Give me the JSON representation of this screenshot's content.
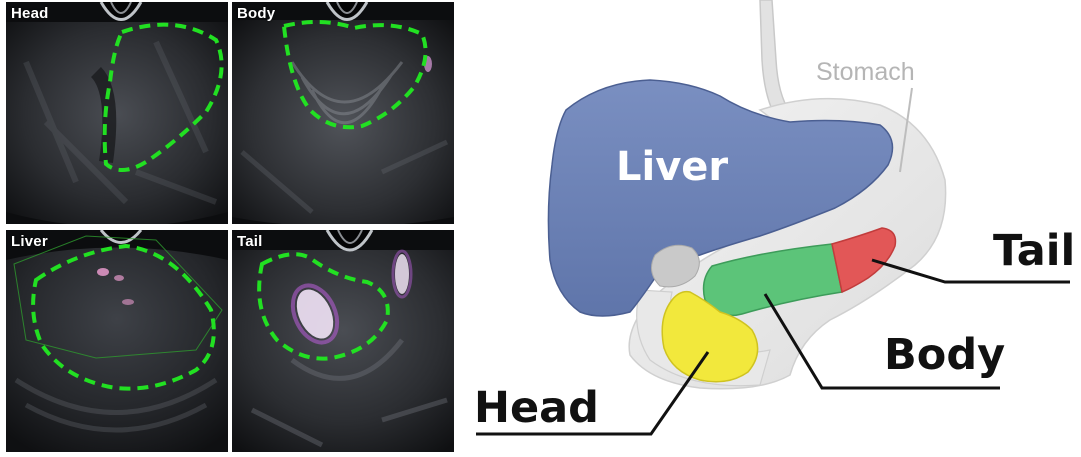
{
  "ultrasound_panels": [
    {
      "id": "head",
      "label": "Head"
    },
    {
      "id": "body",
      "label": "Body"
    },
    {
      "id": "liver",
      "label": "Liver"
    },
    {
      "id": "tail",
      "label": "Tail"
    }
  ],
  "anatomy": {
    "liver_label": "Liver",
    "stomach_label": "Stomach",
    "tail_label": "Tail",
    "body_label": "Body",
    "head_label": "Head"
  },
  "colors": {
    "liver": "#6e84b8",
    "pancreas_head": "#f2e83c",
    "pancreas_body": "#5cc479",
    "pancreas_tail": "#e25757",
    "stomach": "#e4e4e4",
    "outline_dash": "#22e022"
  }
}
